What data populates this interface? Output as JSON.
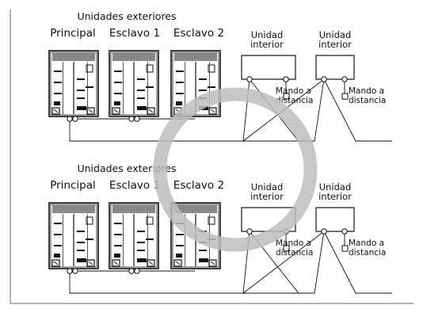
{
  "diagram": {
    "systems": [
      {
        "group_label": "Unidades exteriores",
        "outdoor_units": [
          "Principal",
          "Esclavo 1",
          "Esclavo 2"
        ],
        "indoor_units": [
          {
            "label_line1": "Unidad",
            "label_line2": "interior",
            "remote_line1": "Mando a",
            "remote_line2": "distancia"
          },
          {
            "label_line1": "Unidad",
            "label_line2": "interior",
            "remote_line1": "Mando a",
            "remote_line2": "distancia"
          }
        ]
      },
      {
        "group_label": "Unidades exteriores",
        "outdoor_units": [
          "Principal",
          "Esclavo 1",
          "Esclavo 2"
        ],
        "indoor_units": [
          {
            "label_line1": "Unidad",
            "label_line2": "interior",
            "remote_line1": "Mando a",
            "remote_line2": "distancia"
          },
          {
            "label_line1": "Unidad",
            "label_line2": "interior",
            "remote_line1": "Mando a",
            "remote_line2": "distancia"
          }
        ]
      }
    ],
    "colors": {
      "line": "#111111",
      "watermark_ring": "#bdbdbd",
      "frame": "#666666"
    }
  }
}
